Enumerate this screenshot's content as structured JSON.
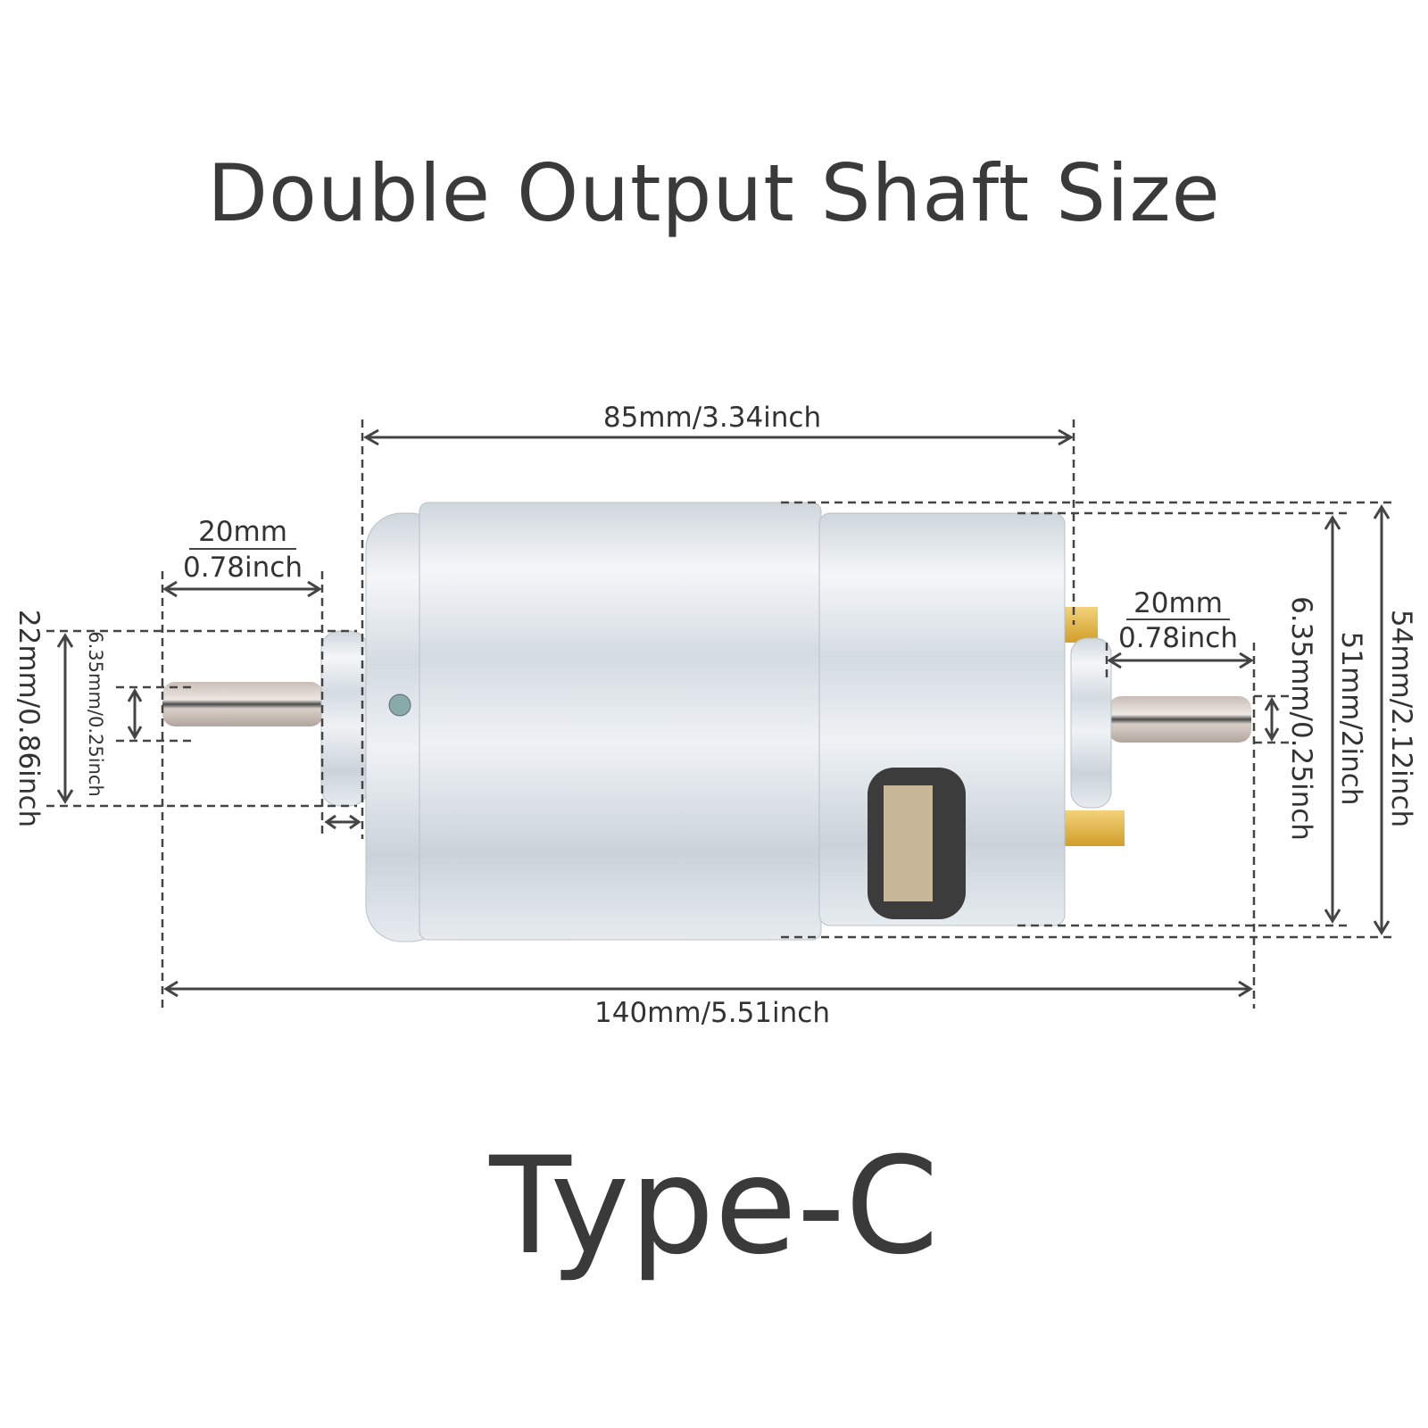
{
  "title": "Double Output Shaft Size",
  "subtitle": "Type-C",
  "dimensions": {
    "body_length": "85mm/3.34inch",
    "total_length": "140mm/5.51inch",
    "left_shaft_length_mm": "20mm",
    "left_shaft_length_inch": "0.78inch",
    "right_shaft_length_mm": "20mm",
    "right_shaft_length_inch": "0.78inch",
    "left_boss_diameter": "22mm/0.86inch",
    "left_shaft_diameter": "6.35mm/0.25inch",
    "right_shaft_diameter": "6.35mm/0.25inch",
    "body_diameter": "51mm/2inch",
    "overall_height": "54mm/2.12inch"
  },
  "colors": {
    "text": "#3a3a3a",
    "line": "#444444",
    "metal": "#dfe5ea",
    "terminal": "#e0b13a"
  }
}
